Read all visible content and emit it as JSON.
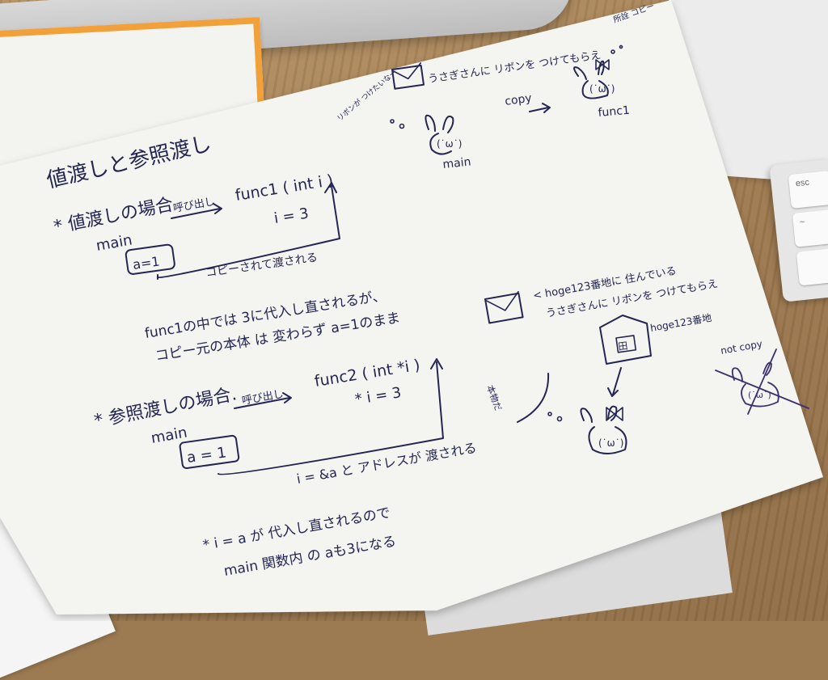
{
  "note": {
    "title": "値渡しと参照渡し",
    "section1": {
      "heading": "* 値渡しの場合",
      "main_label": "main",
      "call_label": "呼び出し",
      "func_sig": "func1 ( int i )",
      "assign": "i = 3",
      "var_box": "a=1",
      "copy_note": "コピーされて渡される",
      "explain_line1": "func1の中では 3に代入し直されるが、",
      "explain_line2": "コピー元の本体 は 変わらず a=1のまま"
    },
    "section2": {
      "heading": "* 参照渡しの場合.",
      "main_label": "main",
      "call_label": "呼び出し",
      "func_sig": "func2 ( int *i )",
      "assign": "* i = 3",
      "var_box": "a = 1",
      "address_note": "i = &a と アドレスが 渡される",
      "explain_line1": "* i = a が 代入し直されるので",
      "explain_line2": "main 関数内 の aも3になる"
    },
    "rabbits1": {
      "letter_text": "うさぎさんに リボンを つけてもらえ",
      "thought": "リボンが つけたいなー",
      "main_label": "main",
      "copy_label": "copy",
      "func_label": "func1",
      "copy_tag": "所詮 コピー"
    },
    "rabbits2": {
      "letter_text_line1": "< hoge123番地に 住んでいる",
      "letter_text_line2": "うさぎさんに リボンを つけてもらえ",
      "house_label": "hoge123番地",
      "house_mark": "田",
      "thought": "本物だ",
      "not_copy": "not copy"
    }
  },
  "keyboard": {
    "esc_label": "esc",
    "key2_label": "~"
  },
  "colors": {
    "ink": "#232652",
    "paper": "#f4f4f1",
    "desk": "#a07b50",
    "accent_orange": "#f2a13a"
  }
}
